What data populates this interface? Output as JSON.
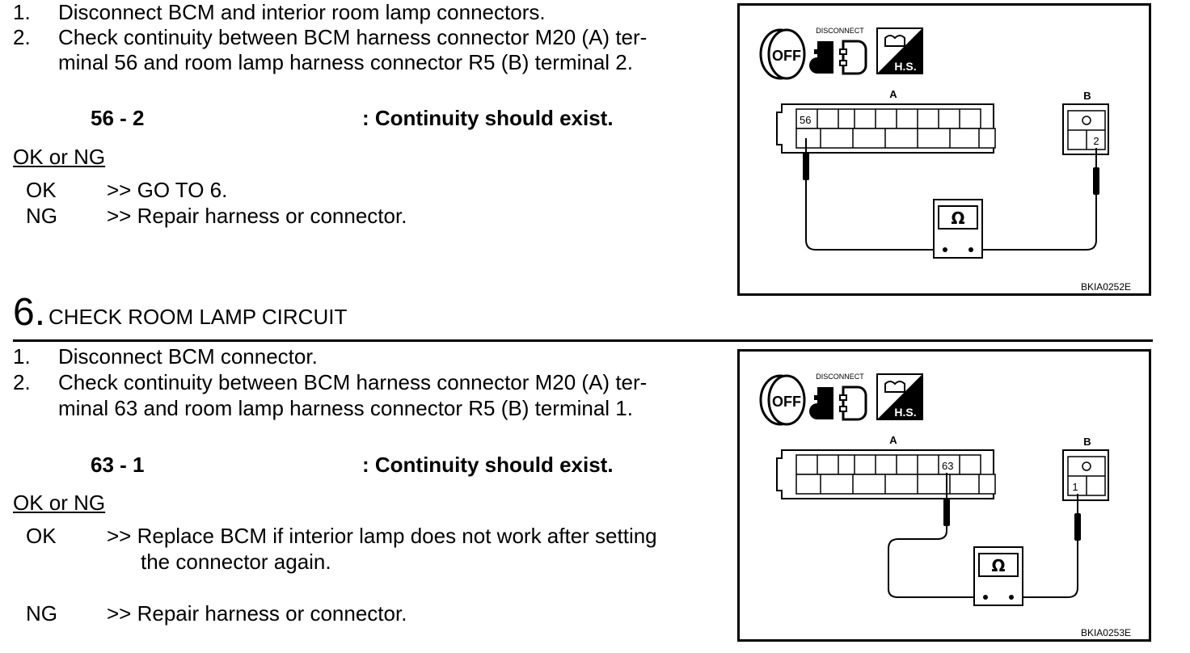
{
  "section5": {
    "steps": [
      {
        "num": "1.",
        "text": "Disconnect BCM  and interior room lamp connectors."
      },
      {
        "num": "2.",
        "text_line1": "Check continuity between BCM harness connector M20 (A) ter-",
        "text_line2": "minal 56 and room lamp harness connector R5 (B) terminal 2."
      }
    ],
    "spec": {
      "terminals": "56 - 2",
      "result": ": Continuity should exist."
    },
    "ok_ng_heading": "OK or NG",
    "outcomes": [
      {
        "label": "OK",
        "action": ">> GO TO 6."
      },
      {
        "label": "NG",
        "action": ">> Repair harness or connector."
      }
    ],
    "diagram": {
      "disconnect_label": "DISCONNECT",
      "off_label": "OFF",
      "hs_label": "H.S.",
      "connector_a_label": "A",
      "connector_b_label": "B",
      "terminal_a": "56",
      "terminal_b": "2",
      "meter_symbol": "Ω",
      "code": "BKIA0252E"
    }
  },
  "section6": {
    "number": "6.",
    "title": "CHECK ROOM LAMP CIRCUIT",
    "steps": [
      {
        "num": "1.",
        "text": "Disconnect BCM connector."
      },
      {
        "num": "2.",
        "text_line1": "Check continuity between BCM harness connector M20 (A) ter-",
        "text_line2": "minal 63 and room lamp harness connector R5 (B) terminal 1."
      }
    ],
    "spec": {
      "terminals": "63 - 1",
      "result": ": Continuity should exist."
    },
    "ok_ng_heading": "OK or NG",
    "outcomes": [
      {
        "label": "OK",
        "action_line1": ">> Replace BCM if interior lamp does not work after setting",
        "action_line2": "the  connector  again."
      },
      {
        "label": "NG",
        "action": ">> Repair harness or connector."
      }
    ],
    "diagram": {
      "disconnect_label": "DISCONNECT",
      "off_label": "OFF",
      "hs_label": "H.S.",
      "connector_a_label": "A",
      "connector_b_label": "B",
      "terminal_a": "63",
      "terminal_b": "1",
      "meter_symbol": "Ω",
      "code": "BKIA0253E"
    }
  }
}
